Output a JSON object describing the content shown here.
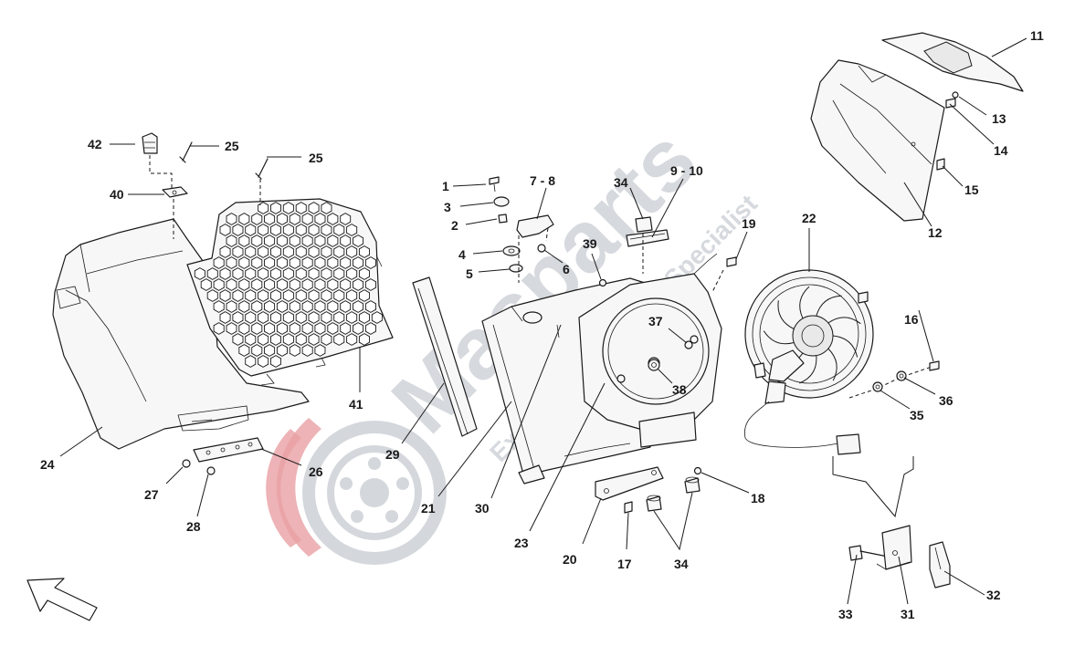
{
  "watermark": {
    "brand": "Masparts",
    "tagline": "Exclusive Car Parts Specialist"
  },
  "colors": {
    "line": "#1a1a1a",
    "watermark_grey": "#c9cdd3",
    "watermark_red": "#e8a0a4"
  },
  "callouts": {
    "c1": "1",
    "c2": "2",
    "c3": "3",
    "c4": "4",
    "c5": "5",
    "c6": "6",
    "c7_8": "7 - 8",
    "c9_10": "9 - 10",
    "c11": "11",
    "c12": "12",
    "c13": "13",
    "c14": "14",
    "c15": "15",
    "c16": "16",
    "c17": "17",
    "c18": "18",
    "c19": "19",
    "c20": "20",
    "c21": "21",
    "c22": "22",
    "c23": "23",
    "c24": "24",
    "c25a": "25",
    "c25b": "25",
    "c26": "26",
    "c27": "27",
    "c28": "28",
    "c29": "29",
    "c30": "30",
    "c31": "31",
    "c32": "32",
    "c33": "33",
    "c34a": "34",
    "c34b": "34",
    "c35": "35",
    "c36": "36",
    "c37": "37",
    "c38": "38",
    "c39": "39",
    "c40": "40",
    "c41": "41",
    "c42": "42"
  }
}
